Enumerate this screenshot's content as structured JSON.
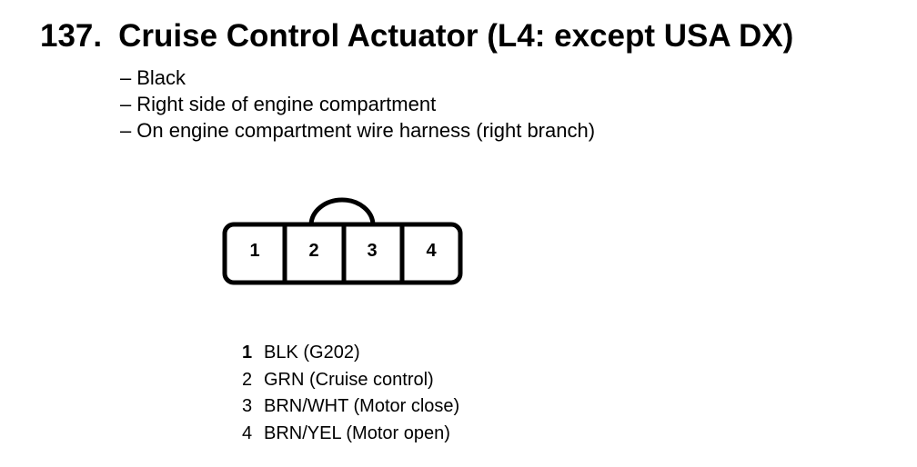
{
  "title": {
    "number": "137.",
    "text": "Cruise Control Actuator (L4: except USA DX)"
  },
  "details": [
    {
      "dash": "–",
      "text": "Black"
    },
    {
      "dash": "–",
      "text": "Right side of engine compartment"
    },
    {
      "dash": "–",
      "text": "On engine compartment wire harness (right branch)"
    }
  ],
  "connector": {
    "cavities": [
      "1",
      "2",
      "3",
      "4"
    ],
    "jumper_between": [
      "2",
      "3"
    ]
  },
  "pinout": [
    {
      "pin": "1",
      "wire": "BLK (G202)"
    },
    {
      "pin": "2",
      "wire": "GRN (Cruise control)"
    },
    {
      "pin": "3",
      "wire": "BRN/WHT (Motor close)"
    },
    {
      "pin": "4",
      "wire": "BRN/YEL (Motor open)"
    }
  ]
}
